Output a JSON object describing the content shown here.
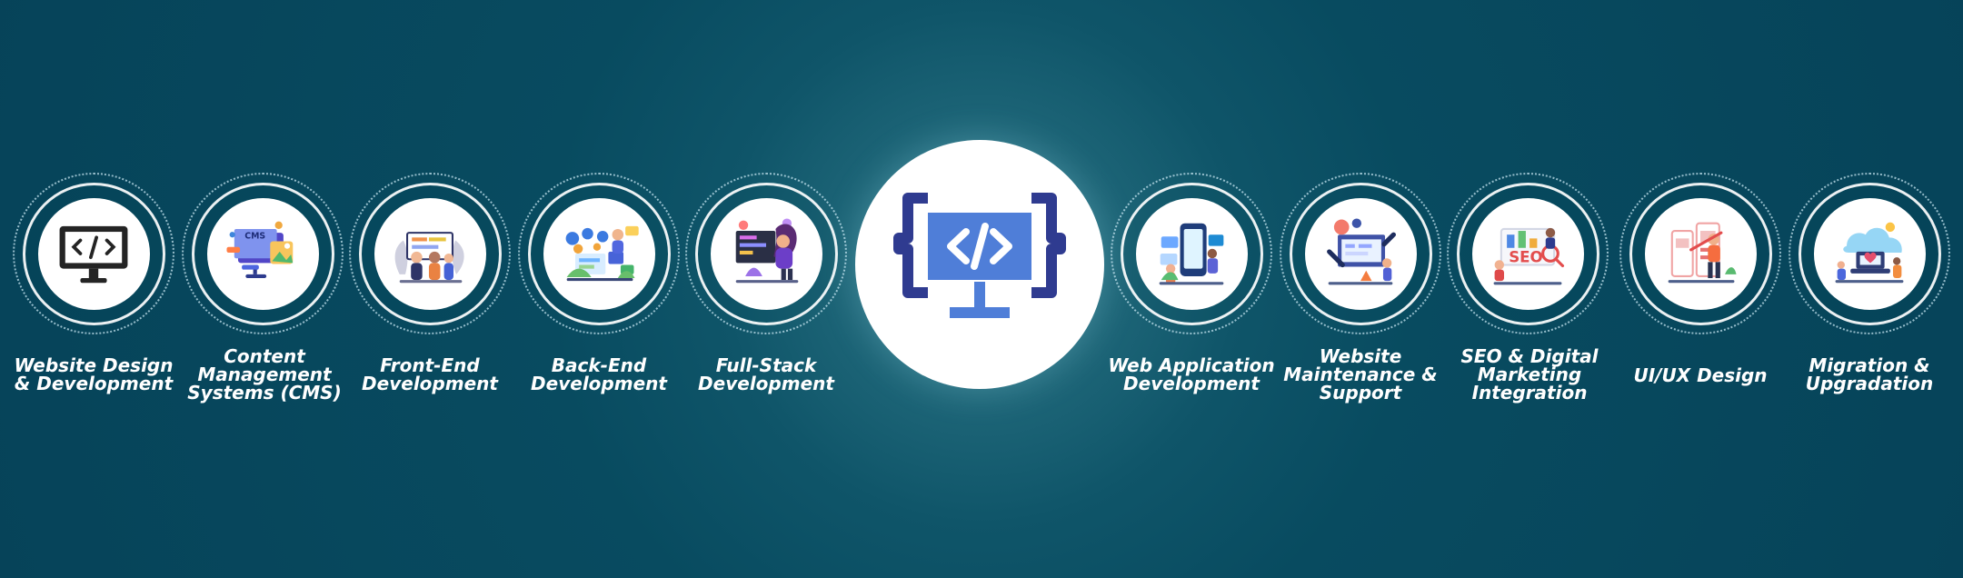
{
  "services": {
    "website_design": {
      "line1": "Website Design",
      "line2": "& Development",
      "icon": "code-monitor-icon"
    },
    "cms": {
      "line1": "Content",
      "line2": "Management",
      "line3": "Systems (CMS)",
      "icon_text": "CMS",
      "icon": "cms-icon"
    },
    "frontend": {
      "line1": "Front-End",
      "line2": "Development",
      "icon": "frontend-team-icon"
    },
    "backend": {
      "line1": "Back-End",
      "line2": "Development",
      "icon": "backend-gears-icon"
    },
    "fullstack": {
      "line1": "Full-Stack",
      "line2": "Development",
      "icon": "fullstack-developer-icon"
    },
    "web_app": {
      "line1": "Web Application",
      "line2": "Development",
      "icon": "web-app-icon"
    },
    "maintenance": {
      "line1": "Website",
      "line2": "Maintenance &",
      "line3": "Support",
      "icon": "maintenance-tools-icon"
    },
    "seo": {
      "line1": "SEO & Digital",
      "line2": "Marketing",
      "line3": "Integration",
      "icon_text": "SEO",
      "icon": "seo-marketing-icon"
    },
    "uiux": {
      "line1": "UI/UX Design",
      "icon": "ui-ux-design-icon"
    },
    "migration": {
      "line1": "Migration &",
      "line2": "Upgradation",
      "icon": "cloud-migration-icon"
    }
  },
  "hub": {
    "icon": "code-monitor-brackets-icon"
  },
  "colors": {
    "background": "#064359",
    "glow": "#2f7d90",
    "white": "#ffffff",
    "accent_blue": "#4f7ed8",
    "navy": "#2d3b8e",
    "orange": "#f49b2d",
    "green": "#64c46f",
    "red": "#e34d4d"
  }
}
